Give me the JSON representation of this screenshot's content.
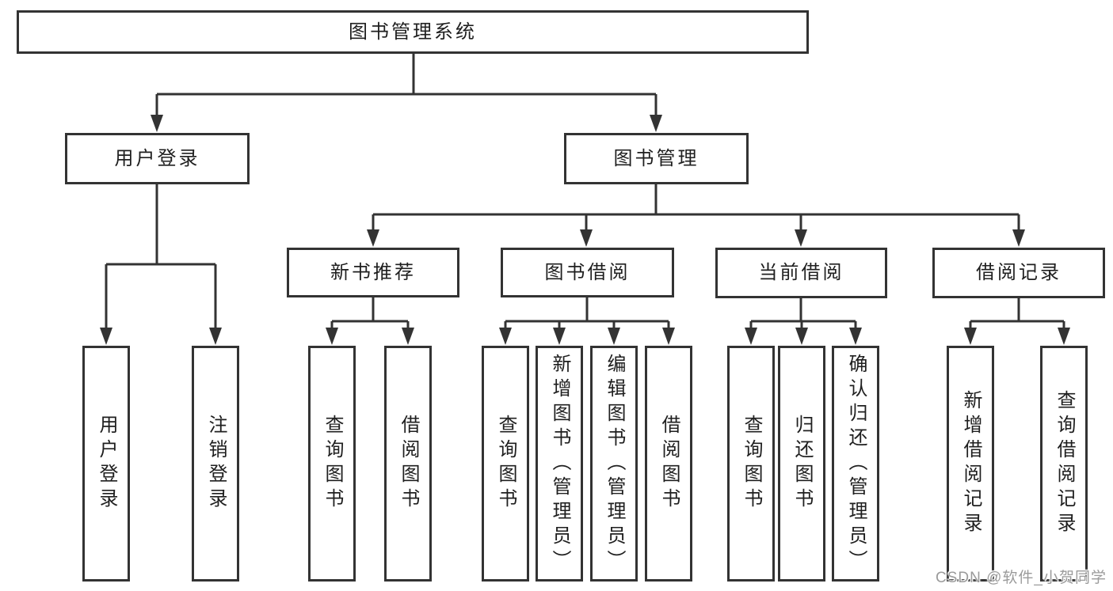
{
  "diagram": {
    "root": "图书管理系统",
    "branches": [
      {
        "label": "用户登录",
        "children": [
          "用户登录",
          "注销登录"
        ]
      },
      {
        "label": "图书管理",
        "sections": [
          {
            "label": "新书推荐",
            "children": [
              "查询图书",
              "借阅图书"
            ]
          },
          {
            "label": "图书借阅",
            "children": [
              "查询图书",
              "新增图书（管理员）",
              "编辑图书（管理员）",
              "借阅图书"
            ]
          },
          {
            "label": "当前借阅",
            "children": [
              "查询图书",
              "归还图书",
              "确认归还（管理员）"
            ]
          },
          {
            "label": "借阅记录",
            "children": [
              "新增借阅记录",
              "查询借阅记录"
            ]
          }
        ]
      }
    ]
  },
  "watermark": "CSDN @软件_小贺同学",
  "colors": {
    "line": "#333333",
    "text": "#1f1f1f",
    "background": "#ffffff",
    "watermark": "#9b9b9b"
  }
}
